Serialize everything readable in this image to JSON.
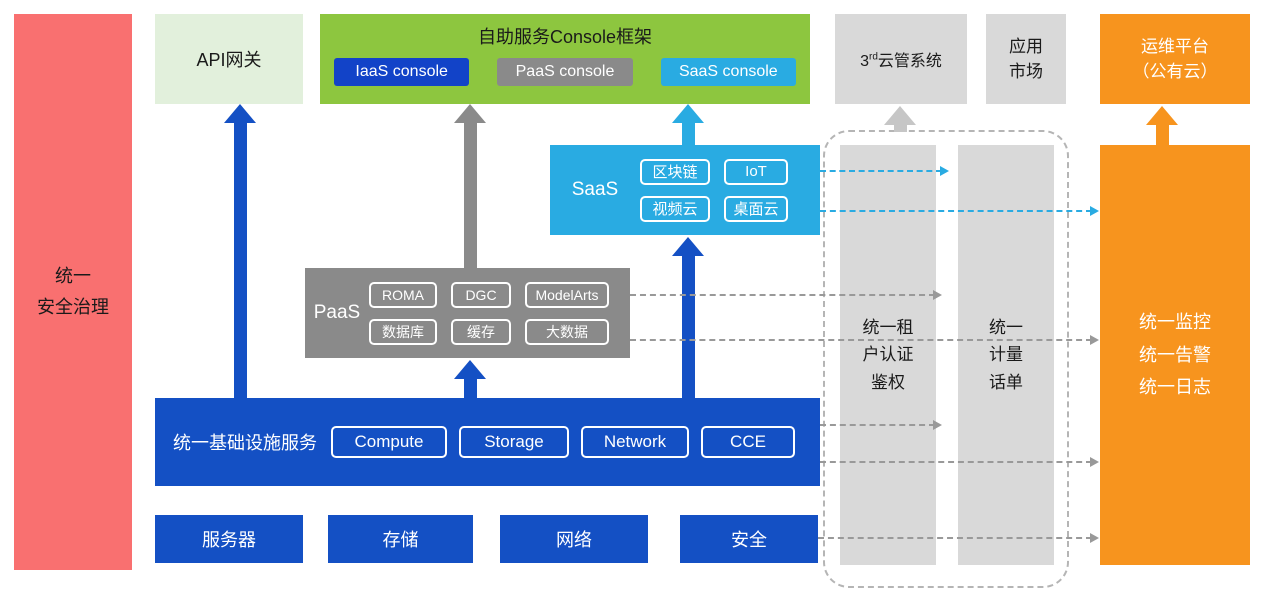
{
  "security_bar": {
    "label": "统一\n安全治理"
  },
  "api_gateway": {
    "label": "API网关"
  },
  "console_framework": {
    "title": "自助服务Console框架",
    "buttons": [
      {
        "label": "IaaS console",
        "color": "#1243C8"
      },
      {
        "label": "PaaS console",
        "color": "#8A8A8A"
      },
      {
        "label": "SaaS console",
        "color": "#29ABE2"
      }
    ]
  },
  "third_party_cloud": {
    "prefix": "3",
    "sup": "rd",
    "suffix": "云管系统"
  },
  "app_market": {
    "label": "应用\n市场"
  },
  "om_platform": {
    "label": "运维平台\n（公有云）"
  },
  "saas": {
    "label": "SaaS",
    "items": [
      "区块链",
      "IoT",
      "视频云",
      "桌面云"
    ]
  },
  "paas": {
    "label": "PaaS",
    "items": [
      "ROMA",
      "DGC",
      "ModelArts",
      "数据库",
      "缓存",
      "大数据"
    ]
  },
  "infrastructure": {
    "label": "统一基础设施服务",
    "items": [
      "Compute",
      "Storage",
      "Network",
      "CCE"
    ]
  },
  "resources": {
    "items": [
      "服务器",
      "存储",
      "网络",
      "安全"
    ]
  },
  "tenant_auth": {
    "label": "统一租\n户认证\n鉴权"
  },
  "metering": {
    "label": "统一\n计量\n话单"
  },
  "monitoring": {
    "label": "统一监控\n统一告警\n统一日志"
  },
  "colors": {
    "red": "#F97070",
    "light_green": "#E2F0DC",
    "green": "#8DC63F",
    "blue": "#1450C4",
    "gray": "#8A8A8A",
    "light_gray": "#D9D9D9",
    "cyan": "#29ABE2",
    "orange": "#F7941E"
  }
}
